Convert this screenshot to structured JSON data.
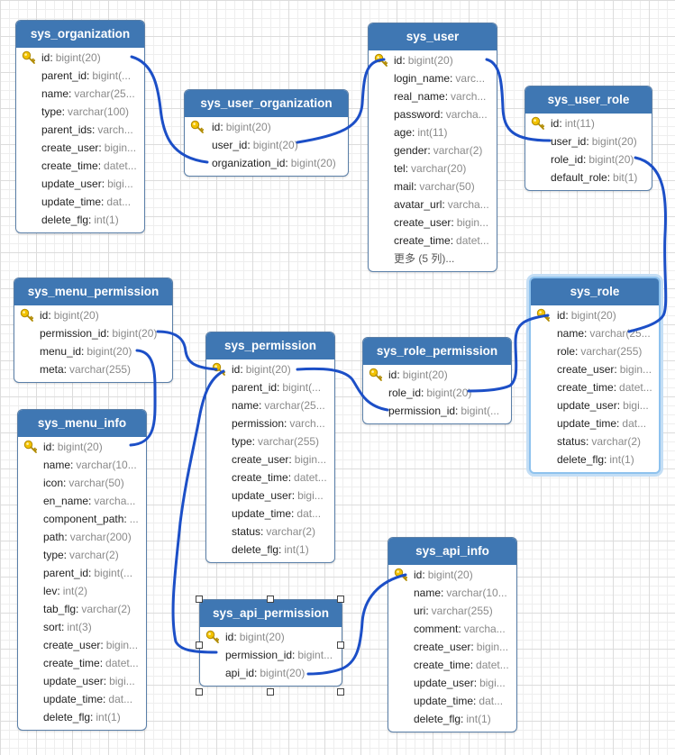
{
  "more_label": "更多 (5 列)...",
  "colors": {
    "header": "#3f77b3",
    "link": "#1c4fc7",
    "selected_border": "#8ec2ee"
  },
  "tables": {
    "sys_organization": {
      "title": "sys_organization",
      "fields": [
        {
          "name": "id",
          "type": "bigint(20)",
          "pk": true
        },
        {
          "name": "parent_id",
          "type": "bigint(..."
        },
        {
          "name": "name",
          "type": "varchar(25..."
        },
        {
          "name": "type",
          "type": "varchar(100)"
        },
        {
          "name": "parent_ids",
          "type": "varch..."
        },
        {
          "name": "create_user",
          "type": "bigin..."
        },
        {
          "name": "create_time",
          "type": "datet..."
        },
        {
          "name": "update_user",
          "type": "bigi..."
        },
        {
          "name": "update_time",
          "type": "dat..."
        },
        {
          "name": "delete_flg",
          "type": "int(1)"
        }
      ]
    },
    "sys_user_organization": {
      "title": "sys_user_organization",
      "fields": [
        {
          "name": "id",
          "type": "bigint(20)",
          "pk": true
        },
        {
          "name": "user_id",
          "type": "bigint(20)"
        },
        {
          "name": "organization_id",
          "type": "bigint(20)"
        }
      ]
    },
    "sys_user": {
      "title": "sys_user",
      "fields": [
        {
          "name": "id",
          "type": "bigint(20)",
          "pk": true
        },
        {
          "name": "login_name",
          "type": "varc..."
        },
        {
          "name": "real_name",
          "type": "varch..."
        },
        {
          "name": "password",
          "type": "varcha..."
        },
        {
          "name": "age",
          "type": "int(11)"
        },
        {
          "name": "gender",
          "type": "varchar(2)"
        },
        {
          "name": "tel",
          "type": "varchar(20)"
        },
        {
          "name": "mail",
          "type": "varchar(50)"
        },
        {
          "name": "avatar_url",
          "type": "varcha..."
        },
        {
          "name": "create_user",
          "type": "bigin..."
        },
        {
          "name": "create_time",
          "type": "datet..."
        }
      ],
      "more": true
    },
    "sys_user_role": {
      "title": "sys_user_role",
      "fields": [
        {
          "name": "id",
          "type": "int(11)",
          "pk": true
        },
        {
          "name": "user_id",
          "type": "bigint(20)"
        },
        {
          "name": "role_id",
          "type": "bigint(20)"
        },
        {
          "name": "default_role",
          "type": "bit(1)"
        }
      ]
    },
    "sys_menu_permission": {
      "title": "sys_menu_permission",
      "fields": [
        {
          "name": "id",
          "type": "bigint(20)",
          "pk": true
        },
        {
          "name": "permission_id",
          "type": "bigint(20)"
        },
        {
          "name": "menu_id",
          "type": "bigint(20)"
        },
        {
          "name": "meta",
          "type": "varchar(255)"
        }
      ]
    },
    "sys_permission": {
      "title": "sys_permission",
      "fields": [
        {
          "name": "id",
          "type": "bigint(20)",
          "pk": true
        },
        {
          "name": "parent_id",
          "type": "bigint(..."
        },
        {
          "name": "name",
          "type": "varchar(25..."
        },
        {
          "name": "permission",
          "type": "varch..."
        },
        {
          "name": "type",
          "type": "varchar(255)"
        },
        {
          "name": "create_user",
          "type": "bigin..."
        },
        {
          "name": "create_time",
          "type": "datet..."
        },
        {
          "name": "update_user",
          "type": "bigi..."
        },
        {
          "name": "update_time",
          "type": "dat..."
        },
        {
          "name": "status",
          "type": "varchar(2)"
        },
        {
          "name": "delete_flg",
          "type": "int(1)"
        }
      ]
    },
    "sys_role_permission": {
      "title": "sys_role_permission",
      "fields": [
        {
          "name": "id",
          "type": "bigint(20)",
          "pk": true
        },
        {
          "name": "role_id",
          "type": "bigint(20)"
        },
        {
          "name": "permission_id",
          "type": "bigint(..."
        }
      ]
    },
    "sys_role": {
      "title": "sys_role",
      "fields": [
        {
          "name": "id",
          "type": "bigint(20)",
          "pk": true
        },
        {
          "name": "name",
          "type": "varchar(25..."
        },
        {
          "name": "role",
          "type": "varchar(255)"
        },
        {
          "name": "create_user",
          "type": "bigin..."
        },
        {
          "name": "create_time",
          "type": "datet..."
        },
        {
          "name": "update_user",
          "type": "bigi..."
        },
        {
          "name": "update_time",
          "type": "dat..."
        },
        {
          "name": "status",
          "type": "varchar(2)"
        },
        {
          "name": "delete_flg",
          "type": "int(1)"
        }
      ]
    },
    "sys_menu_info": {
      "title": "sys_menu_info",
      "fields": [
        {
          "name": "id",
          "type": "bigint(20)",
          "pk": true
        },
        {
          "name": "name",
          "type": "varchar(10..."
        },
        {
          "name": "icon",
          "type": "varchar(50)"
        },
        {
          "name": "en_name",
          "type": "varcha..."
        },
        {
          "name": "component_path",
          "type": "..."
        },
        {
          "name": "path",
          "type": "varchar(200)"
        },
        {
          "name": "type",
          "type": "varchar(2)"
        },
        {
          "name": "parent_id",
          "type": "bigint(..."
        },
        {
          "name": "lev",
          "type": "int(2)"
        },
        {
          "name": "tab_flg",
          "type": "varchar(2)"
        },
        {
          "name": "sort",
          "type": "int(3)"
        },
        {
          "name": "create_user",
          "type": "bigin..."
        },
        {
          "name": "create_time",
          "type": "datet..."
        },
        {
          "name": "update_user",
          "type": "bigi..."
        },
        {
          "name": "update_time",
          "type": "dat..."
        },
        {
          "name": "delete_flg",
          "type": "int(1)"
        }
      ]
    },
    "sys_api_permission": {
      "title": "sys_api_permission",
      "fields": [
        {
          "name": "id",
          "type": "bigint(20)",
          "pk": true
        },
        {
          "name": "permission_id",
          "type": "bigint..."
        },
        {
          "name": "api_id",
          "type": "bigint(20)"
        }
      ]
    },
    "sys_api_info": {
      "title": "sys_api_info",
      "fields": [
        {
          "name": "id",
          "type": "bigint(20)",
          "pk": true
        },
        {
          "name": "name",
          "type": "varchar(10..."
        },
        {
          "name": "uri",
          "type": "varchar(255)"
        },
        {
          "name": "comment",
          "type": "varcha..."
        },
        {
          "name": "create_user",
          "type": "bigin..."
        },
        {
          "name": "create_time",
          "type": "datet..."
        },
        {
          "name": "update_user",
          "type": "bigi..."
        },
        {
          "name": "update_time",
          "type": "dat..."
        },
        {
          "name": "delete_flg",
          "type": "int(1)"
        }
      ]
    }
  }
}
